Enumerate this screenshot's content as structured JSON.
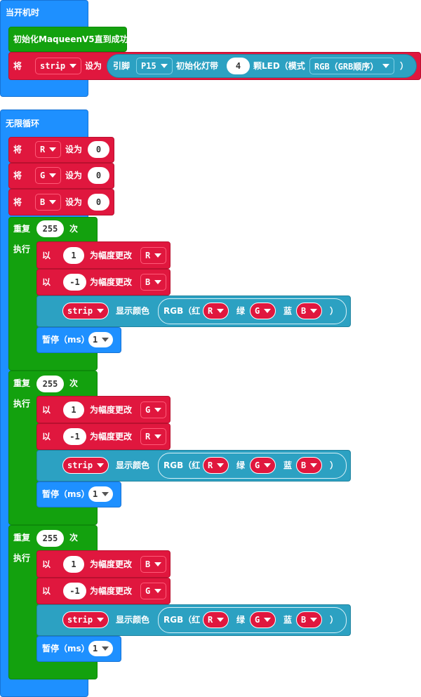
{
  "start": {
    "hat": "当开机时",
    "init_block": "初始化MaqueenV5直到成功",
    "set_word": "将",
    "strip_var": "strip",
    "set_to": "设为",
    "pin_label": "引脚",
    "pin_value": "P15",
    "init_strip": "初始化灯带",
    "led_count": "4",
    "led_mode": "颗LED（模式",
    "rgb_order": "RGB（GRB顺序）",
    "close_paren": "）"
  },
  "forever": {
    "hat": "无限循环",
    "set_rows": [
      {
        "set_word": "将",
        "var": "R",
        "set_to": "设为",
        "value": "0"
      },
      {
        "set_word": "将",
        "var": "G",
        "set_to": "设为",
        "value": "0"
      },
      {
        "set_word": "将",
        "var": "B",
        "set_to": "设为",
        "value": "0"
      }
    ],
    "loops": [
      {
        "repeat": "重复",
        "count": "255",
        "times": "次",
        "do": "执行",
        "change1": {
          "by": "以",
          "amount": "1",
          "label": "为幅度更改",
          "var": "R"
        },
        "change2": {
          "by": "以",
          "amount": "-1",
          "label": "为幅度更改",
          "var": "B"
        },
        "show": {
          "strip": "strip",
          "label": "显示颜色",
          "rgb_open": "RGB（红",
          "r": "R",
          "green": "绿",
          "g": "G",
          "blue": "蓝",
          "b": "B",
          "close": "）"
        },
        "pause": {
          "label": "暂停（ms）",
          "value": "1"
        }
      },
      {
        "repeat": "重复",
        "count": "255",
        "times": "次",
        "do": "执行",
        "change1": {
          "by": "以",
          "amount": "1",
          "label": "为幅度更改",
          "var": "G"
        },
        "change2": {
          "by": "以",
          "amount": "-1",
          "label": "为幅度更改",
          "var": "R"
        },
        "show": {
          "strip": "strip",
          "label": "显示颜色",
          "rgb_open": "RGB（红",
          "r": "R",
          "green": "绿",
          "g": "G",
          "blue": "蓝",
          "b": "B",
          "close": "）"
        },
        "pause": {
          "label": "暂停（ms）",
          "value": "1"
        }
      },
      {
        "repeat": "重复",
        "count": "255",
        "times": "次",
        "do": "执行",
        "change1": {
          "by": "以",
          "amount": "1",
          "label": "为幅度更改",
          "var": "B"
        },
        "change2": {
          "by": "以",
          "amount": "-1",
          "label": "为幅度更改",
          "var": "G"
        },
        "show": {
          "strip": "strip",
          "label": "显示颜色",
          "rgb_open": "RGB（红",
          "r": "R",
          "green": "绿",
          "g": "G",
          "blue": "蓝",
          "b": "B",
          "close": "）"
        },
        "pause": {
          "label": "暂停（ms）",
          "value": "1"
        }
      }
    ]
  },
  "colors": {
    "basic": "#1e90ff",
    "loops": "#13a10e",
    "variables": "#e0173e",
    "neopixel": "#2ca1c2"
  }
}
